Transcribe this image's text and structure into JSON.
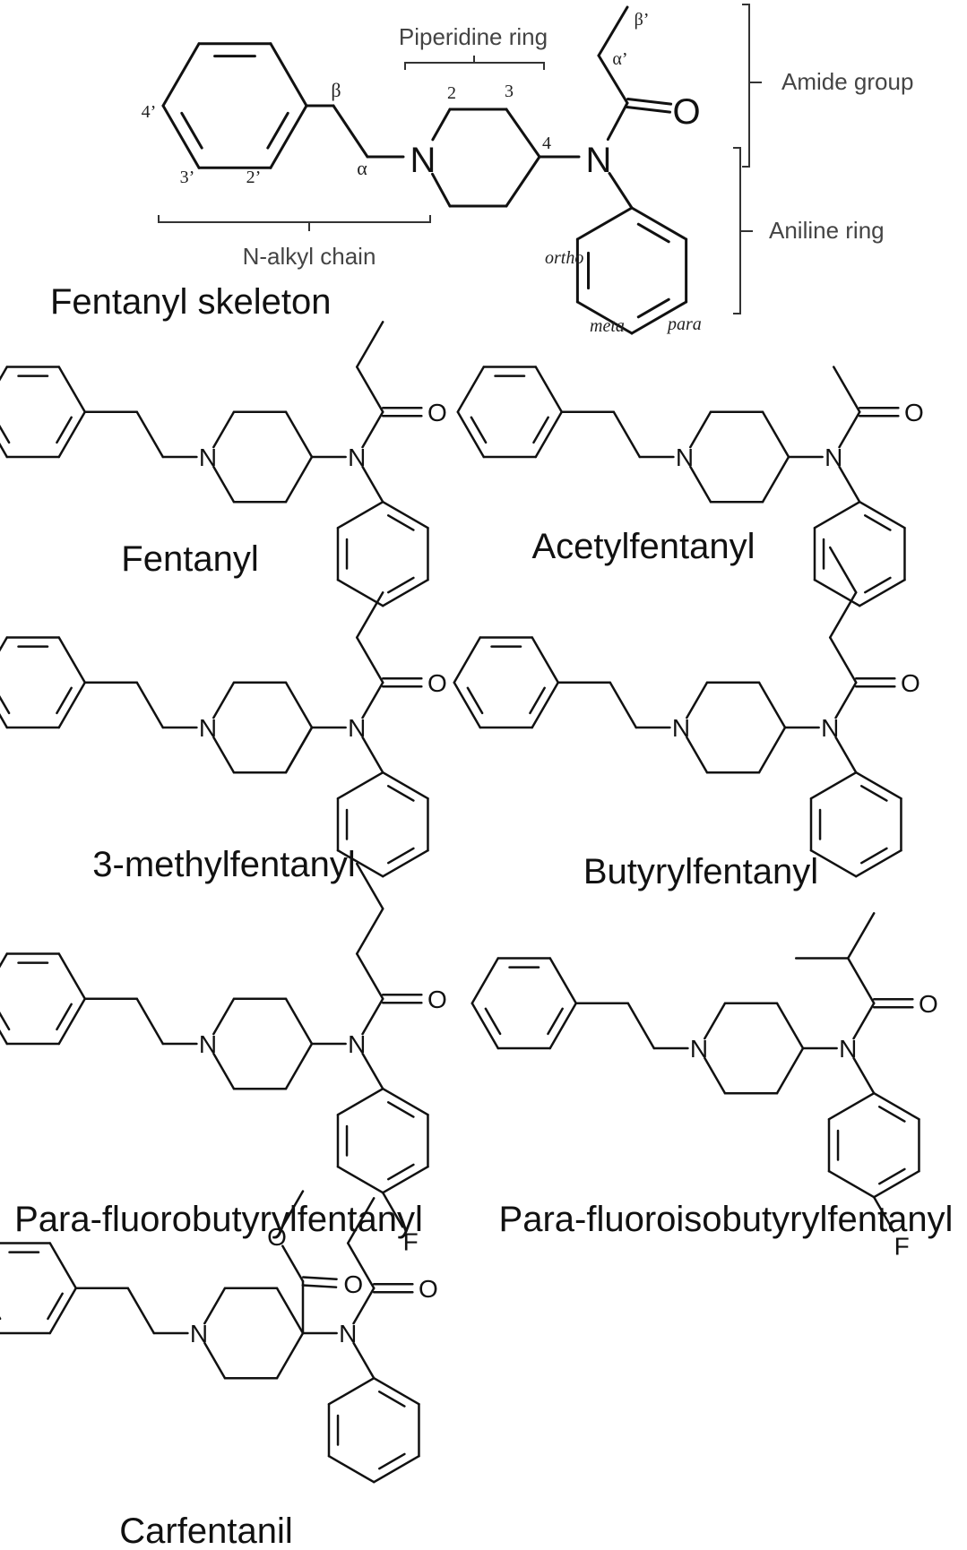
{
  "skeleton": {
    "title": "Fentanyl skeleton",
    "brackets": {
      "piperidine": "Piperidine ring",
      "amide": "Amide group",
      "aniline": "Aniline ring",
      "alkyl": "N-alkyl chain"
    },
    "positions": {
      "p4prime": "4’",
      "p3prime": "3’",
      "p2prime": "2’",
      "beta": "β",
      "alpha": "α",
      "pip2": "2",
      "pip3": "3",
      "pip4": "4",
      "alphaPrime": "α’",
      "betaPrime": "β’",
      "ortho": "ortho",
      "meta": "meta",
      "para": "para"
    },
    "atoms": {
      "n1": "N",
      "n2": "N",
      "o": "O"
    }
  },
  "compounds": [
    {
      "name": "Fentanyl"
    },
    {
      "name": "Acetylfentanyl"
    },
    {
      "name": "3-methylfentanyl"
    },
    {
      "name": "Butyrylfentanyl"
    },
    {
      "name": "Para-fluorobutyrylfentanyl"
    },
    {
      "name": "Para-fluoroisobutyrylfentanyl"
    },
    {
      "name": "Carfentanil"
    }
  ],
  "atoms": {
    "n": "N",
    "o": "O",
    "f": "F"
  }
}
